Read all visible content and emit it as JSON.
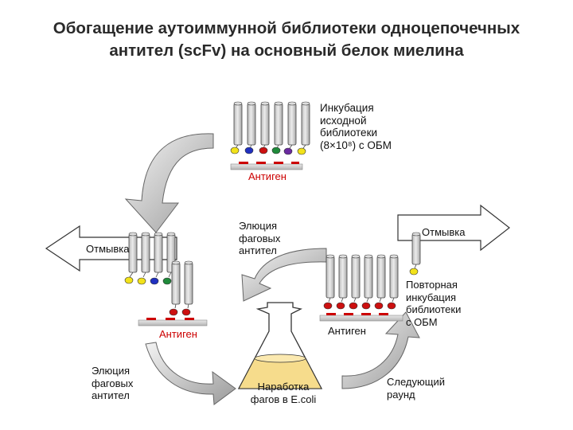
{
  "title": {
    "line1": "Обогащение аутоиммунной библиотеки одноцепочечных",
    "line2": "антител (scFv) на основный белок миелина"
  },
  "labels": {
    "incubation": [
      "Инкубация",
      "исходной",
      "библиотеки",
      "(8×10⁸) с ОБМ"
    ],
    "antigen_top": "Антиген",
    "antigen_left": "Антиген",
    "antigen_right": "Антиген",
    "elution_mid": [
      "Элюция",
      "фаговых",
      "антител"
    ],
    "elution_left": [
      "Элюция",
      "фаговых",
      "антител"
    ],
    "wash_left": "Отмывка",
    "wash_right": "Отмывка",
    "repeat": [
      "Повторная",
      "инкубация",
      "библиотеки",
      "с ОБМ"
    ],
    "production": [
      "Наработка",
      "фагов в E.coli"
    ],
    "next_round": [
      "Следующий",
      "раунд"
    ]
  },
  "colors": {
    "phage_fill": "#cfcfcf",
    "antigen": "#cc0000",
    "plate": "#d6d6d6",
    "head_yellow": "#f2e21a",
    "head_blue": "#2030c0",
    "head_red": "#cc1010",
    "head_green": "#1f8a3a",
    "head_purple": "#6a2aa0"
  }
}
